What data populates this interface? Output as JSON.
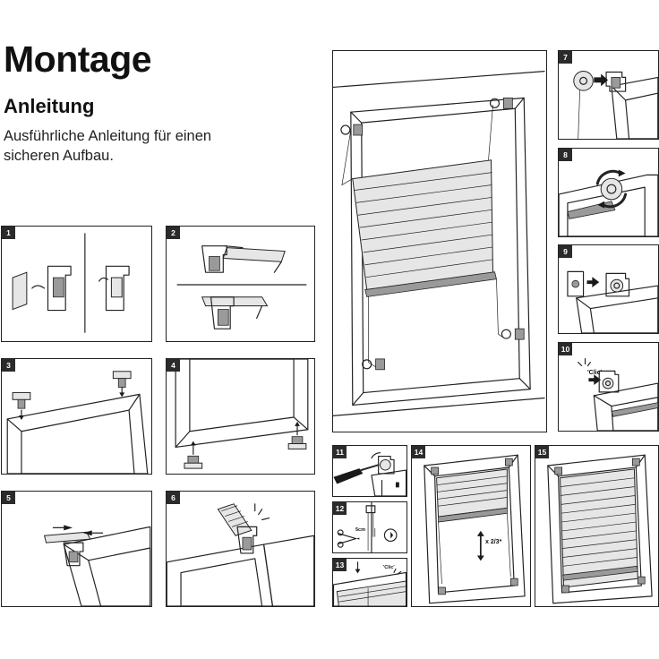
{
  "header": {
    "title": "Montage",
    "subtitle": "Anleitung",
    "description": "Ausführliche Anleitung für einen sicheren Aufbau."
  },
  "steps": [
    {
      "number": "1"
    },
    {
      "number": "2"
    },
    {
      "number": "3"
    },
    {
      "number": "4"
    },
    {
      "number": "5"
    },
    {
      "number": "6"
    },
    {
      "number": "7"
    },
    {
      "number": "8"
    },
    {
      "number": "9"
    },
    {
      "number": "10",
      "annotation": "'Clic'"
    },
    {
      "number": "11"
    },
    {
      "number": "12",
      "annotation": "5cm"
    },
    {
      "number": "13",
      "annotation": "'Clic'"
    },
    {
      "number": "14",
      "annotation": "x 2/3*"
    },
    {
      "number": "15"
    }
  ]
}
